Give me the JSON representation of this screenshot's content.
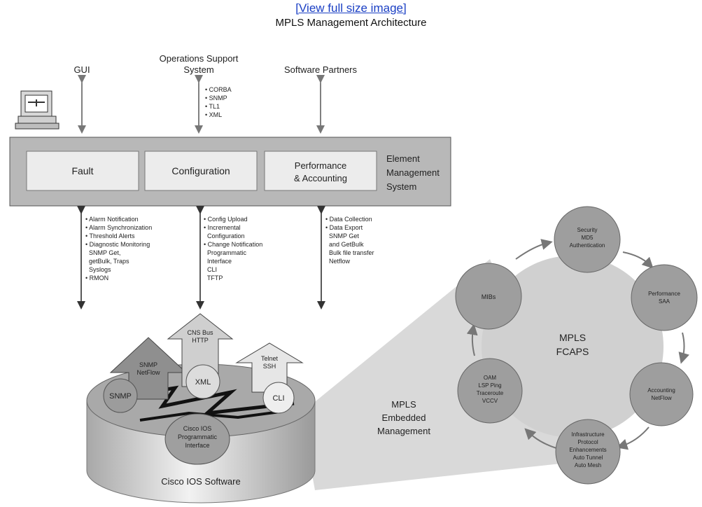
{
  "header": {
    "view_link": "[View full size image]",
    "title": "MPLS Management Architecture"
  },
  "top": {
    "gui": "GUI",
    "oss_line1": "Operations Support",
    "oss_line2": "System",
    "oss_protocols": [
      "• CORBA",
      "• SNMP",
      "• TL1",
      "• XML"
    ],
    "software_partners": "Software Partners"
  },
  "ems": {
    "fault": "Fault",
    "configuration": "Configuration",
    "perf_line1": "Performance",
    "perf_line2": "& Accounting",
    "label_line1": "Element",
    "label_line2": "Management",
    "label_line3": "System"
  },
  "lists": {
    "fault": [
      "• Alarm Notification",
      "• Alarm Synchronization",
      "• Threshold Alerts",
      "• Diagnostic Monitoring",
      "  SNMP Get,",
      "  getBulk, Traps",
      "  Syslogs",
      "• RMON"
    ],
    "config": [
      "• Config Upload",
      "• Incremental",
      "  Configuration",
      "• Change Notification",
      "  Programmatic",
      "  Interface",
      "  CLI",
      "  TFTP"
    ],
    "perf": [
      "• Data Collection",
      "• Data Export",
      "  SNMP Get",
      "  and GetBulk",
      "  Bulk file transfer",
      "  Netflow"
    ]
  },
  "ios": {
    "arrow_snmp": [
      "SNMP",
      "NetFlow"
    ],
    "arrow_cns": [
      "CNS Bus",
      "HTTP"
    ],
    "arrow_telnet": [
      "Telnet",
      "SSH"
    ],
    "snmp": "SNMP",
    "xml": "XML",
    "cli": "CLI",
    "prog": [
      "Cisco IOS",
      "Programmatic",
      "Interface"
    ],
    "software": "Cisco IOS Software"
  },
  "embedded": [
    "MPLS",
    "Embedded",
    "Management"
  ],
  "fcaps": {
    "center": [
      "MPLS",
      "FCAPS"
    ],
    "security": [
      "Security",
      "MD5",
      "Authentication"
    ],
    "performance": [
      "Performance",
      "SAA"
    ],
    "accounting": [
      "Accounting",
      "NetFlow"
    ],
    "infrastructure": [
      "Infrastructure",
      "Protocol",
      "Enhancements",
      "Auto Tunnel",
      "Auto Mesh"
    ],
    "oam": [
      "OAM",
      "LSP Ping",
      "Traceroute",
      "VCCV"
    ],
    "mibs": [
      "MIBs"
    ]
  }
}
